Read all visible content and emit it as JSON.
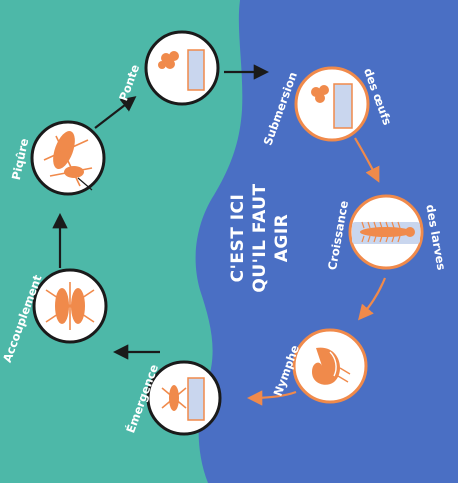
{
  "colors": {
    "teal_background": "#4db8a8",
    "blue_zone": "#4a6fc4",
    "orange": "#f08a4b",
    "stage_circle_fill": "#ffffff",
    "stage_circle_border": "#1a1a1a"
  },
  "zone_message": [
    "C'EST ICI",
    "QU'IL FAUT",
    "AGIR"
  ],
  "stages": {
    "ponte": "Ponte",
    "piqure": "Piqûre",
    "accouplement": "Accouplement",
    "emergence": "Émergence",
    "submersion": [
      "Submersion",
      "des œufs"
    ],
    "croissance": [
      "Croissance",
      "des larves"
    ],
    "nymphe": "Nymphe"
  },
  "icons": {
    "ponte": "eggs-on-container-icon",
    "piqure": "mosquito-biting-icon",
    "accouplement": "mating-mosquitoes-icon",
    "emergence": "adult-emerging-icon",
    "submersion": "submerged-eggs-icon",
    "croissance": "larva-icon",
    "nymphe": "pupa-icon"
  }
}
